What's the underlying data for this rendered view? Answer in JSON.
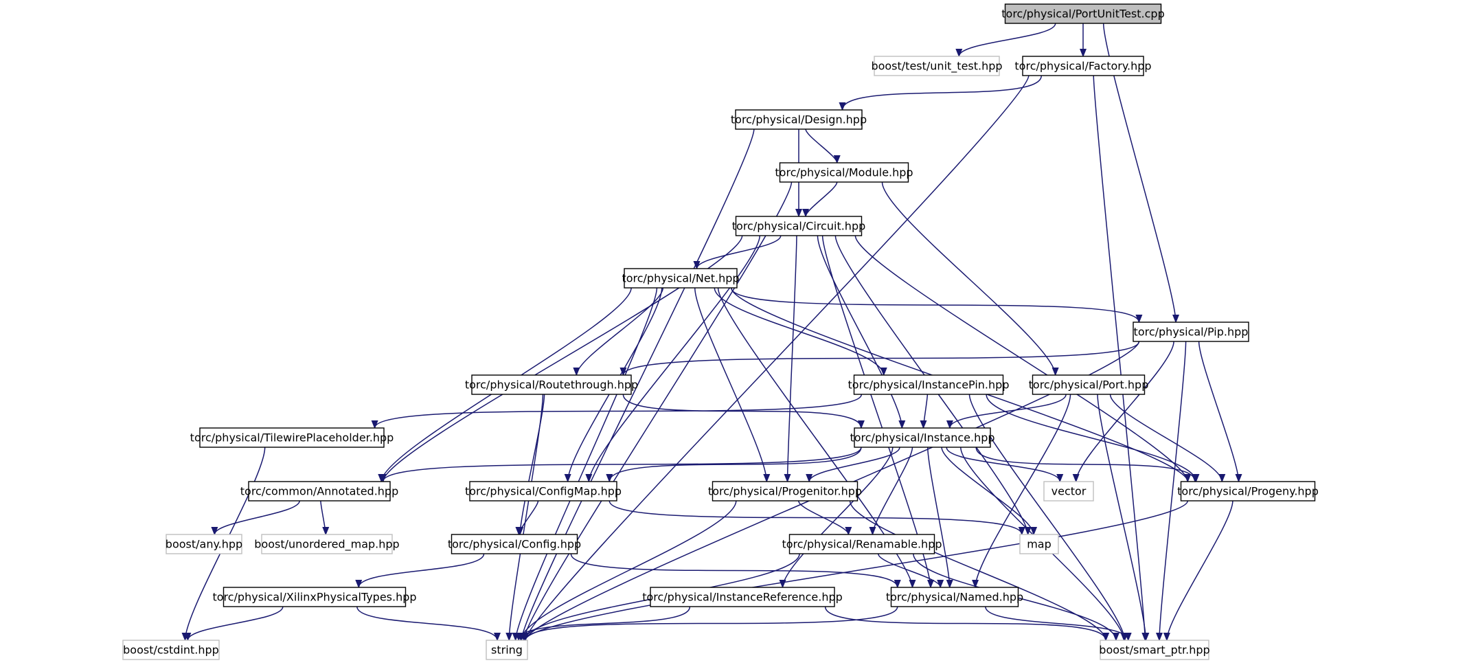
{
  "graph": {
    "colors": {
      "edge": "#191970",
      "node_border": "#000000",
      "external_border": "#bfbfbf",
      "root_fill": "#bfbfbf"
    },
    "nodes": [
      {
        "id": "root",
        "label": "torc/physical/PortUnitTest.cpp",
        "kind": "root"
      },
      {
        "id": "unit_test",
        "label": "boost/test/unit_test.hpp",
        "kind": "external"
      },
      {
        "id": "factory",
        "label": "torc/physical/Factory.hpp",
        "kind": "primary"
      },
      {
        "id": "design",
        "label": "torc/physical/Design.hpp",
        "kind": "primary"
      },
      {
        "id": "module",
        "label": "torc/physical/Module.hpp",
        "kind": "primary"
      },
      {
        "id": "circuit",
        "label": "torc/physical/Circuit.hpp",
        "kind": "primary"
      },
      {
        "id": "net",
        "label": "torc/physical/Net.hpp",
        "kind": "primary"
      },
      {
        "id": "pip",
        "label": "torc/physical/Pip.hpp",
        "kind": "primary"
      },
      {
        "id": "routethrough",
        "label": "torc/physical/Routethrough.hpp",
        "kind": "primary"
      },
      {
        "id": "instancepin",
        "label": "torc/physical/InstancePin.hpp",
        "kind": "primary"
      },
      {
        "id": "port",
        "label": "torc/physical/Port.hpp",
        "kind": "primary"
      },
      {
        "id": "tilewire",
        "label": "torc/physical/TilewirePlaceholder.hpp",
        "kind": "primary"
      },
      {
        "id": "instance",
        "label": "torc/physical/Instance.hpp",
        "kind": "primary"
      },
      {
        "id": "annotated",
        "label": "torc/common/Annotated.hpp",
        "kind": "primary"
      },
      {
        "id": "configmap",
        "label": "torc/physical/ConfigMap.hpp",
        "kind": "primary"
      },
      {
        "id": "progenitor",
        "label": "torc/physical/Progenitor.hpp",
        "kind": "primary"
      },
      {
        "id": "vector",
        "label": "vector",
        "kind": "external"
      },
      {
        "id": "progeny",
        "label": "torc/physical/Progeny.hpp",
        "kind": "primary"
      },
      {
        "id": "any",
        "label": "boost/any.hpp",
        "kind": "external"
      },
      {
        "id": "unordered_map",
        "label": "boost/unordered_map.hpp",
        "kind": "external"
      },
      {
        "id": "config",
        "label": "torc/physical/Config.hpp",
        "kind": "primary"
      },
      {
        "id": "renamable",
        "label": "torc/physical/Renamable.hpp",
        "kind": "primary"
      },
      {
        "id": "map",
        "label": "map",
        "kind": "external"
      },
      {
        "id": "xilinx",
        "label": "torc/physical/XilinxPhysicalTypes.hpp",
        "kind": "primary"
      },
      {
        "id": "instref",
        "label": "torc/physical/InstanceReference.hpp",
        "kind": "primary"
      },
      {
        "id": "named",
        "label": "torc/physical/Named.hpp",
        "kind": "primary"
      },
      {
        "id": "cstdint",
        "label": "boost/cstdint.hpp",
        "kind": "external"
      },
      {
        "id": "string",
        "label": "string",
        "kind": "external"
      },
      {
        "id": "smart_ptr",
        "label": "boost/smart_ptr.hpp",
        "kind": "external"
      }
    ],
    "edges": [
      {
        "from": "root",
        "to": "unit_test"
      },
      {
        "from": "root",
        "to": "factory"
      },
      {
        "from": "root",
        "to": "pip"
      },
      {
        "from": "factory",
        "to": "design"
      },
      {
        "from": "factory",
        "to": "string"
      },
      {
        "from": "factory",
        "to": "smart_ptr"
      },
      {
        "from": "design",
        "to": "string"
      },
      {
        "from": "design",
        "to": "module"
      },
      {
        "from": "design",
        "to": "circuit"
      },
      {
        "from": "module",
        "to": "circuit"
      },
      {
        "from": "module",
        "to": "string"
      },
      {
        "from": "module",
        "to": "port"
      },
      {
        "from": "circuit",
        "to": "net"
      },
      {
        "from": "circuit",
        "to": "annotated"
      },
      {
        "from": "circuit",
        "to": "configmap"
      },
      {
        "from": "circuit",
        "to": "progenitor"
      },
      {
        "from": "circuit",
        "to": "instance"
      },
      {
        "from": "circuit",
        "to": "progeny"
      },
      {
        "from": "circuit",
        "to": "map"
      },
      {
        "from": "circuit",
        "to": "named"
      },
      {
        "from": "net",
        "to": "pip"
      },
      {
        "from": "net",
        "to": "routethrough"
      },
      {
        "from": "net",
        "to": "instancepin"
      },
      {
        "from": "net",
        "to": "annotated"
      },
      {
        "from": "net",
        "to": "configmap"
      },
      {
        "from": "net",
        "to": "progenitor"
      },
      {
        "from": "net",
        "to": "named"
      },
      {
        "from": "net",
        "to": "progeny"
      },
      {
        "from": "net",
        "to": "string"
      },
      {
        "from": "pip",
        "to": "routethrough"
      },
      {
        "from": "pip",
        "to": "string"
      },
      {
        "from": "pip",
        "to": "vector"
      },
      {
        "from": "pip",
        "to": "progeny"
      },
      {
        "from": "pip",
        "to": "smart_ptr"
      },
      {
        "from": "routethrough",
        "to": "instance"
      },
      {
        "from": "routethrough",
        "to": "config"
      },
      {
        "from": "routethrough",
        "to": "string"
      },
      {
        "from": "instancepin",
        "to": "tilewire"
      },
      {
        "from": "instancepin",
        "to": "instance"
      },
      {
        "from": "instancepin",
        "to": "progeny"
      },
      {
        "from": "instancepin",
        "to": "smart_ptr"
      },
      {
        "from": "port",
        "to": "instance"
      },
      {
        "from": "port",
        "to": "progeny"
      },
      {
        "from": "port",
        "to": "named"
      },
      {
        "from": "port",
        "to": "smart_ptr"
      },
      {
        "from": "tilewire",
        "to": "cstdint"
      },
      {
        "from": "instance",
        "to": "annotated"
      },
      {
        "from": "instance",
        "to": "configmap"
      },
      {
        "from": "instance",
        "to": "progenitor"
      },
      {
        "from": "instance",
        "to": "vector"
      },
      {
        "from": "instance",
        "to": "progeny"
      },
      {
        "from": "instance",
        "to": "renamable"
      },
      {
        "from": "instance",
        "to": "map"
      },
      {
        "from": "instance",
        "to": "instref"
      },
      {
        "from": "instance",
        "to": "named"
      },
      {
        "from": "instance",
        "to": "smart_ptr"
      },
      {
        "from": "annotated",
        "to": "any"
      },
      {
        "from": "annotated",
        "to": "unordered_map"
      },
      {
        "from": "configmap",
        "to": "config"
      },
      {
        "from": "configmap",
        "to": "map"
      },
      {
        "from": "progenitor",
        "to": "renamable"
      },
      {
        "from": "progenitor",
        "to": "string"
      },
      {
        "from": "progenitor",
        "to": "smart_ptr"
      },
      {
        "from": "progeny",
        "to": "string"
      },
      {
        "from": "progeny",
        "to": "smart_ptr"
      },
      {
        "from": "config",
        "to": "xilinx"
      },
      {
        "from": "config",
        "to": "named"
      },
      {
        "from": "renamable",
        "to": "named"
      },
      {
        "from": "renamable",
        "to": "string"
      },
      {
        "from": "renamable",
        "to": "smart_ptr"
      },
      {
        "from": "xilinx",
        "to": "cstdint"
      },
      {
        "from": "xilinx",
        "to": "string"
      },
      {
        "from": "instref",
        "to": "string"
      },
      {
        "from": "instref",
        "to": "smart_ptr"
      },
      {
        "from": "named",
        "to": "string"
      },
      {
        "from": "named",
        "to": "smart_ptr"
      }
    ]
  }
}
